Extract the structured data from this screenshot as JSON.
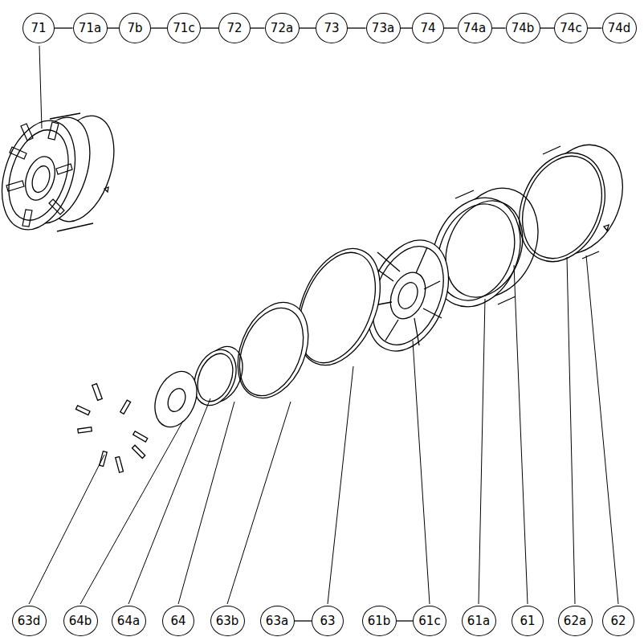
{
  "diagram": {
    "nodes": [
      {
        "text": [
          "71"
        ]
      },
      {
        "text": [
          "71a"
        ]
      },
      {
        "text": [
          "7b"
        ]
      },
      {
        "text": [
          "71c"
        ]
      },
      {
        "text": [
          "72"
        ]
      },
      {
        "text": [
          "72a"
        ]
      },
      {
        "text": [
          "73"
        ]
      },
      {
        "text": [
          "73a"
        ]
      },
      {
        "text": [
          "74"
        ]
      },
      {
        "text": [
          "74a"
        ]
      },
      {
        "text": [
          "74b"
        ]
      },
      {
        "text": [
          "74c"
        ]
      },
      {
        "text": [
          "74d"
        ]
      },
      {
        "text": [
          "63d"
        ]
      },
      {
        "text": [
          "64b"
        ]
      },
      {
        "text": [
          "64a"
        ]
      },
      {
        "text": [
          "64"
        ]
      },
      {
        "text": [
          "63b"
        ]
      },
      {
        "text": [
          "63a"
        ]
      },
      {
        "text": [
          "63"
        ]
      },
      {
        "text": [
          "61b"
        ]
      },
      {
        "text": [
          "61c"
        ]
      },
      {
        "text": [
          "61a"
        ]
      },
      {
        "text": [
          "61"
        ]
      },
      {
        "text": [
          "62a"
        ]
      },
      {
        "text": [
          "62"
        ]
      }
    ],
    "edges": [
      {
        "from": 0,
        "to": 1,
        "arrow": "none"
      },
      {
        "from": 1,
        "to": 2,
        "arrow": "none"
      },
      {
        "from": 2,
        "to": 3,
        "arrow": "none"
      },
      {
        "from": 3,
        "to": 4,
        "arrow": "none"
      },
      {
        "from": 4,
        "to": 5,
        "arrow": "none"
      },
      {
        "from": 5,
        "to": 6,
        "arrow": "none"
      },
      {
        "from": 6,
        "to": 7,
        "arrow": "none"
      },
      {
        "from": 7,
        "to": 8,
        "arrow": "none"
      },
      {
        "from": 8,
        "to": 9,
        "arrow": "none"
      },
      {
        "from": 9,
        "to": 10,
        "arrow": "none"
      },
      {
        "from": 10,
        "to": 11,
        "arrow": "none"
      },
      {
        "from": 11,
        "to": 12,
        "arrow": "none"
      },
      {
        "from": 18,
        "to": 19,
        "arrow": "none"
      },
      {
        "from": 20,
        "to": 21,
        "arrow": "none"
      }
    ]
  }
}
